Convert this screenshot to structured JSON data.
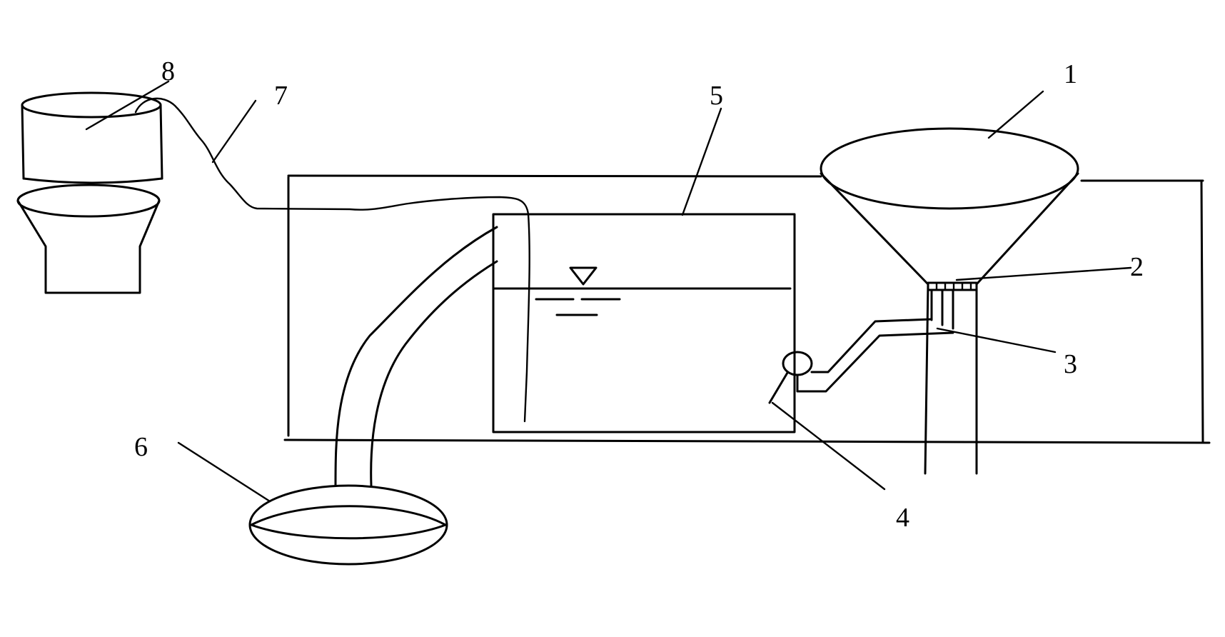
{
  "diagram": {
    "labels": {
      "l1": "1",
      "l2": "2",
      "l3": "3",
      "l4": "4",
      "l5": "5",
      "l6": "6",
      "l7": "7",
      "l8": "8"
    },
    "line_color": "#000000",
    "background": "#ffffff"
  }
}
